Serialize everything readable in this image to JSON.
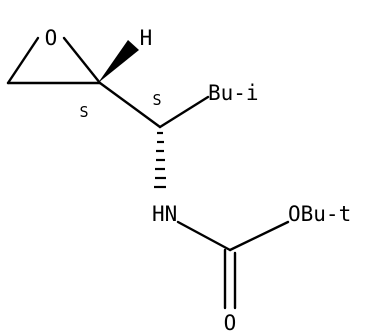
{
  "molecule": {
    "atoms": {
      "epoxide_oxygen": "O",
      "hydrogen": "H",
      "isobutyl": "Bu-i",
      "nitrogen": "HN",
      "tbutoxy": "OBu-t",
      "carbonyl_oxygen": "O"
    },
    "stereo": {
      "epoxide_carbon": "S",
      "amine_carbon": "S"
    }
  },
  "colors": {
    "ink": "#000000",
    "background": "#ffffff"
  }
}
